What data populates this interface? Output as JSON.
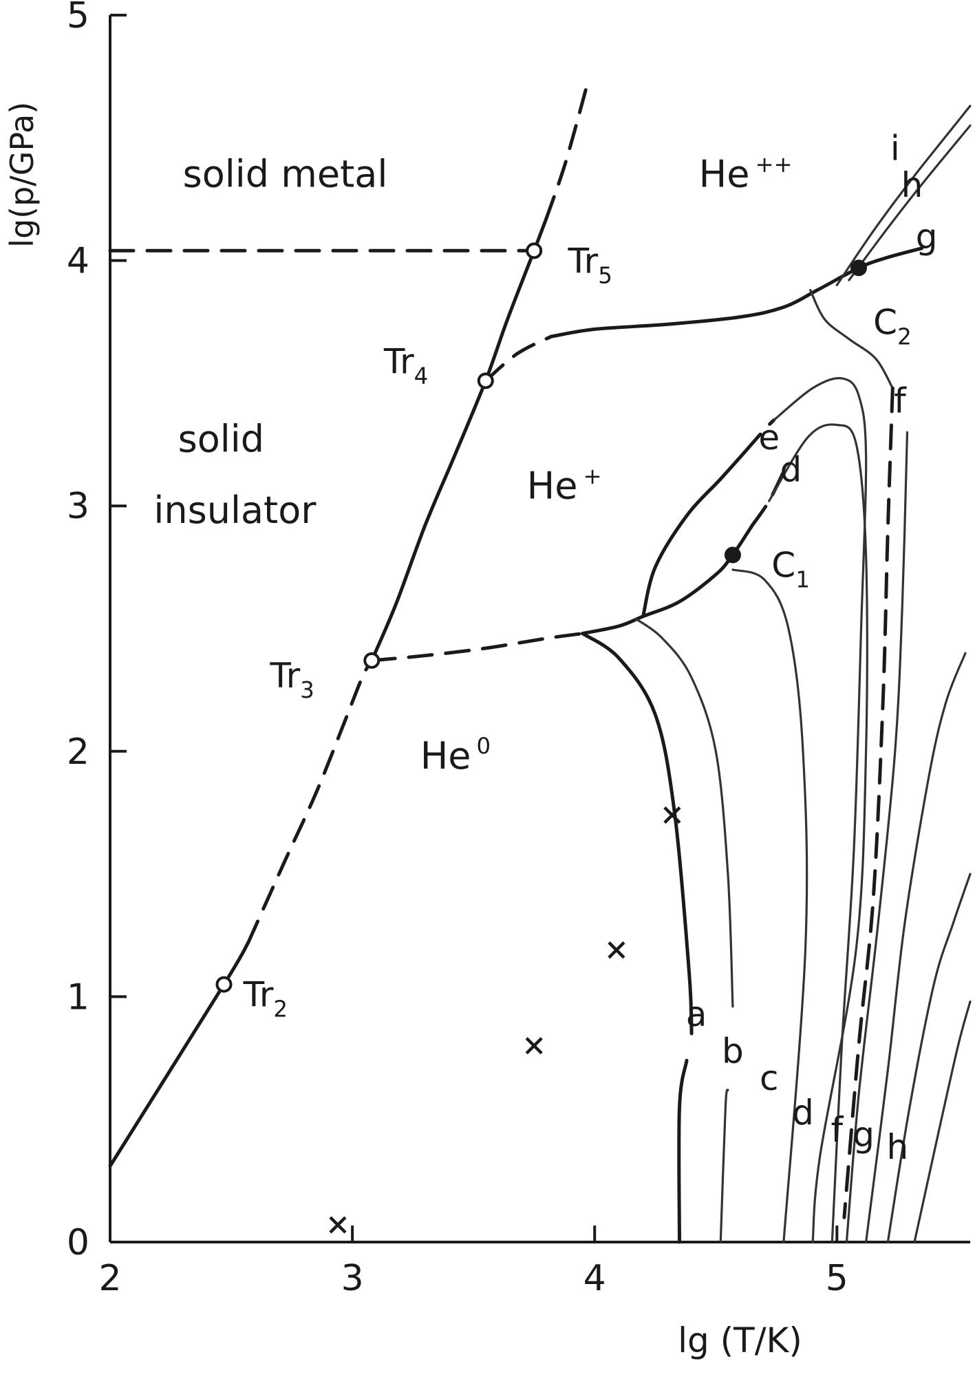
{
  "chart_data": {
    "type": "line",
    "xlabel": "lg (T/K)",
    "ylabel": "lg(p/GPa)",
    "xlim": [
      2,
      5.55
    ],
    "ylim": [
      0,
      5
    ],
    "xticks": [
      "2",
      "3",
      "4",
      "5"
    ],
    "yticks": [
      "0",
      "1",
      "2",
      "3",
      "4",
      "5"
    ],
    "grid": false,
    "legend": "none",
    "region_labels": [
      {
        "id": "solid-metal",
        "text": "solid metal",
        "x": 2.3,
        "y": 4.3
      },
      {
        "id": "solid-insulator-1",
        "text": "solid",
        "x": 2.28,
        "y": 3.22
      },
      {
        "id": "solid-insulator-2",
        "text": "insulator",
        "x": 2.18,
        "y": 2.93
      },
      {
        "id": "he-plus-plus",
        "text": "He",
        "sup": "++",
        "x": 4.43,
        "y": 4.3
      },
      {
        "id": "he-plus",
        "text": "He",
        "sup": "+",
        "x": 3.72,
        "y": 3.03
      },
      {
        "id": "he-zero",
        "text": "He",
        "sup": "0",
        "x": 3.28,
        "y": 1.93
      }
    ],
    "triple_points": [
      {
        "label": "Tr",
        "sub": "2",
        "x": 2.47,
        "y": 1.05
      },
      {
        "label": "Tr",
        "sub": "3",
        "x": 3.08,
        "y": 2.37
      },
      {
        "label": "Tr",
        "sub": "4",
        "x": 3.55,
        "y": 3.51
      },
      {
        "label": "Tr",
        "sub": "5",
        "x": 3.75,
        "y": 4.04
      }
    ],
    "critical_points": [
      {
        "label": "C",
        "sub": "1",
        "x": 4.57,
        "y": 2.8
      },
      {
        "label": "C",
        "sub": "2",
        "x": 5.09,
        "y": 3.97
      }
    ],
    "cross_markers": [
      {
        "x": 4.09,
        "y": 1.19
      },
      {
        "x": 3.75,
        "y": 0.8
      },
      {
        "x": 2.94,
        "y": 0.07
      },
      {
        "x": 4.32,
        "y": 1.74
      }
    ],
    "curve_labels": [
      {
        "text": "a",
        "x": 4.42,
        "y": 0.88
      },
      {
        "text": "b",
        "x": 4.57,
        "y": 0.73
      },
      {
        "text": "c",
        "x": 4.72,
        "y": 0.62
      },
      {
        "text": "d",
        "x": 4.86,
        "y": 0.48
      },
      {
        "text": "f",
        "x": 5.0,
        "y": 0.41
      },
      {
        "text": "g",
        "x": 5.11,
        "y": 0.39
      },
      {
        "text": "h",
        "x": 5.25,
        "y": 0.34
      },
      {
        "text": "e",
        "x": 4.72,
        "y": 3.23
      },
      {
        "text": "d",
        "x": 4.81,
        "y": 3.1
      },
      {
        "text": "f",
        "x": 5.26,
        "y": 3.38
      },
      {
        "text": "g",
        "x": 5.37,
        "y": 4.05
      },
      {
        "text": "h",
        "x": 5.31,
        "y": 4.26
      },
      {
        "text": "i",
        "x": 5.24,
        "y": 4.41
      }
    ],
    "series": [
      {
        "id": "tr-line-lower",
        "style": "bold",
        "points": [
          [
            2.0,
            0.31
          ],
          [
            2.47,
            1.05
          ],
          [
            2.57,
            1.22
          ]
        ]
      },
      {
        "id": "tr-line-lower-dashed",
        "style": "bold-dashed",
        "points": [
          [
            2.57,
            1.22
          ],
          [
            2.72,
            1.55
          ],
          [
            2.85,
            1.83
          ],
          [
            2.96,
            2.1
          ],
          [
            3.04,
            2.3
          ],
          [
            3.08,
            2.37
          ]
        ]
      },
      {
        "id": "tr-line-mid",
        "style": "bold",
        "points": [
          [
            3.08,
            2.37
          ],
          [
            3.18,
            2.6
          ],
          [
            3.3,
            2.92
          ],
          [
            3.42,
            3.2
          ],
          [
            3.55,
            3.51
          ],
          [
            3.64,
            3.76
          ],
          [
            3.75,
            4.04
          ],
          [
            3.8,
            4.17
          ]
        ]
      },
      {
        "id": "tr-line-upper-dashed",
        "style": "bold-dashed",
        "points": [
          [
            3.8,
            4.17
          ],
          [
            3.88,
            4.4
          ],
          [
            3.97,
            4.72
          ]
        ]
      },
      {
        "id": "metal-boundary-dashed",
        "style": "bold-dashed",
        "points": [
          [
            2.0,
            4.04
          ],
          [
            3.75,
            4.04
          ]
        ]
      },
      {
        "id": "ion2-boundary-dashed",
        "style": "bold-dashed",
        "points": [
          [
            3.55,
            3.51
          ],
          [
            3.68,
            3.62
          ],
          [
            3.82,
            3.69
          ]
        ]
      },
      {
        "id": "ion2-boundary",
        "style": "bold",
        "points": [
          [
            3.82,
            3.69
          ],
          [
            4.0,
            3.72
          ],
          [
            4.3,
            3.74
          ],
          [
            4.6,
            3.77
          ],
          [
            4.78,
            3.81
          ],
          [
            4.92,
            3.88
          ],
          [
            5.09,
            3.97
          ],
          [
            5.2,
            4.01
          ],
          [
            5.35,
            4.05
          ]
        ]
      },
      {
        "id": "ion1-boundary-dashed",
        "style": "bold-dashed",
        "points": [
          [
            3.08,
            2.37
          ],
          [
            3.3,
            2.39
          ],
          [
            3.55,
            2.42
          ],
          [
            3.8,
            2.46
          ],
          [
            3.95,
            2.48
          ]
        ]
      },
      {
        "id": "ion1-boundary",
        "style": "bold",
        "points": [
          [
            3.95,
            2.48
          ],
          [
            4.1,
            2.51
          ],
          [
            4.2,
            2.55
          ],
          [
            4.35,
            2.61
          ],
          [
            4.5,
            2.72
          ],
          [
            4.57,
            2.8
          ],
          [
            4.65,
            2.92
          ]
        ]
      },
      {
        "id": "ion1-boundary-dashed-upper",
        "style": "bold-dashed",
        "points": [
          [
            4.65,
            2.92
          ],
          [
            4.72,
            3.02
          ],
          [
            4.78,
            3.14
          ]
        ]
      },
      {
        "id": "curve-e-upper",
        "style": "bold",
        "points": [
          [
            4.2,
            2.55
          ],
          [
            4.25,
            2.75
          ],
          [
            4.38,
            2.96
          ],
          [
            4.52,
            3.11
          ],
          [
            4.62,
            3.22
          ]
        ]
      },
      {
        "id": "curve-e-upper-dashed",
        "style": "bold-dashed",
        "points": [
          [
            4.62,
            3.22
          ],
          [
            4.7,
            3.31
          ],
          [
            4.74,
            3.35
          ]
        ]
      },
      {
        "id": "curve-a",
        "style": "bold",
        "points": [
          [
            3.95,
            2.48
          ],
          [
            4.1,
            2.38
          ],
          [
            4.25,
            2.15
          ],
          [
            4.33,
            1.75
          ],
          [
            4.39,
            1.1
          ],
          [
            4.4,
            0.85
          ]
        ]
      },
      {
        "id": "curve-a-lower",
        "style": "bold",
        "points": [
          [
            4.35,
            0.0
          ],
          [
            4.35,
            0.55
          ],
          [
            4.38,
            0.74
          ]
        ]
      },
      {
        "id": "curve-b",
        "style": "thin",
        "points": [
          [
            4.17,
            2.54
          ],
          [
            4.28,
            2.46
          ],
          [
            4.4,
            2.3
          ],
          [
            4.5,
            2.0
          ],
          [
            4.55,
            1.5
          ],
          [
            4.57,
            0.96
          ]
        ]
      },
      {
        "id": "curve-b-lower",
        "style": "thin",
        "points": [
          [
            4.52,
            0.0
          ],
          [
            4.54,
            0.55
          ],
          [
            4.55,
            0.62
          ]
        ]
      },
      {
        "id": "curve-c",
        "style": "thin",
        "points": [
          [
            4.57,
            2.74
          ],
          [
            4.7,
            2.7
          ],
          [
            4.8,
            2.5
          ],
          [
            4.86,
            2.0
          ],
          [
            4.87,
            1.2
          ],
          [
            4.78,
            0.0
          ]
        ]
      },
      {
        "id": "curve-d",
        "style": "thin",
        "points": [
          [
            4.72,
            3.02
          ],
          [
            4.88,
            3.28
          ],
          [
            5.0,
            3.33
          ],
          [
            5.08,
            3.25
          ],
          [
            5.12,
            2.8
          ],
          [
            5.12,
            2.0
          ],
          [
            5.08,
            1.2
          ],
          [
            4.93,
            0.35
          ],
          [
            4.9,
            0.0
          ]
        ]
      },
      {
        "id": "curve-e-lower",
        "style": "thin",
        "points": [
          [
            4.74,
            3.35
          ],
          [
            4.9,
            3.48
          ],
          [
            5.02,
            3.52
          ],
          [
            5.09,
            3.45
          ],
          [
            5.12,
            3.2
          ],
          [
            5.1,
            2.5
          ],
          [
            5.07,
            1.6
          ],
          [
            5.02,
            0.8
          ],
          [
            4.98,
            0.0
          ]
        ]
      },
      {
        "id": "curve-f",
        "style": "thin",
        "points": [
          [
            4.89,
            3.88
          ],
          [
            4.95,
            3.76
          ],
          [
            5.05,
            3.68
          ],
          [
            5.16,
            3.6
          ],
          [
            5.23,
            3.48
          ]
        ]
      },
      {
        "id": "curve-f-lower",
        "style": "bold-dashed",
        "points": [
          [
            5.23,
            3.48
          ],
          [
            5.21,
            2.9
          ],
          [
            5.19,
            2.2
          ],
          [
            5.15,
            1.4
          ],
          [
            5.09,
            0.8
          ],
          [
            5.03,
            0.1
          ]
        ]
      },
      {
        "id": "curve-g",
        "style": "thin",
        "points": [
          [
            5.04,
            0.0
          ],
          [
            5.09,
            0.6
          ],
          [
            5.17,
            1.3
          ],
          [
            5.24,
            2.0
          ],
          [
            5.27,
            2.6
          ],
          [
            5.29,
            3.3
          ]
        ]
      },
      {
        "id": "curve-h",
        "style": "thin",
        "points": [
          [
            5.12,
            0.0
          ],
          [
            5.21,
            0.7
          ],
          [
            5.28,
            1.3
          ],
          [
            5.38,
            1.9
          ],
          [
            5.45,
            2.2
          ],
          [
            5.53,
            2.4
          ]
        ]
      },
      {
        "id": "curve-i",
        "style": "thin",
        "points": [
          [
            5.21,
            0.0
          ],
          [
            5.3,
            0.55
          ],
          [
            5.4,
            1.05
          ],
          [
            5.48,
            1.3
          ],
          [
            5.55,
            1.5
          ]
        ]
      },
      {
        "id": "curve-j",
        "style": "thin",
        "points": [
          [
            5.32,
            0.0
          ],
          [
            5.42,
            0.45
          ],
          [
            5.5,
            0.8
          ],
          [
            5.55,
            0.98
          ]
        ]
      },
      {
        "id": "curve-h-upper",
        "style": "thin",
        "points": [
          [
            5.05,
            3.92
          ],
          [
            5.2,
            4.12
          ],
          [
            5.35,
            4.31
          ],
          [
            5.55,
            4.55
          ]
        ]
      },
      {
        "id": "curve-i-upper",
        "style": "thin",
        "points": [
          [
            5.0,
            3.9
          ],
          [
            5.15,
            4.12
          ],
          [
            5.3,
            4.32
          ],
          [
            5.42,
            4.47
          ],
          [
            5.55,
            4.63
          ]
        ]
      }
    ]
  }
}
